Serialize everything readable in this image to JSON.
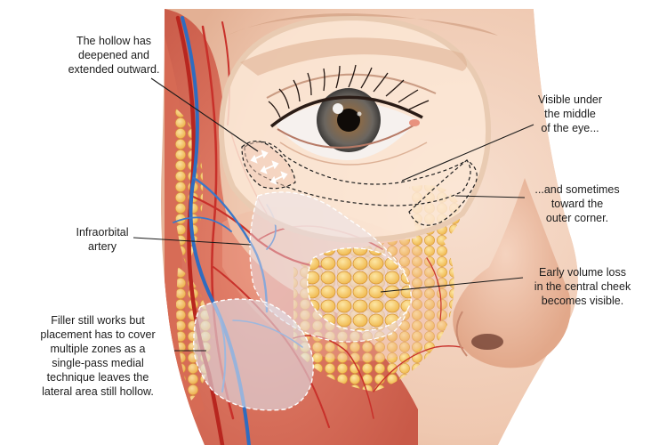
{
  "diagram": {
    "callouts": {
      "hollow": "The hollow has\ndeepened and\nextended outward.",
      "middle": "Visible under\nthe middle\nof the eye...",
      "outer": "...and sometimes\ntoward the\nouter corner.",
      "artery": "Infraorbital\nartery",
      "cheek": "Early volume loss\nin the central cheek\nbecomes visible.",
      "filler": "Filler still works but\nplacement has to cover\nmultiple zones as a\nsingle-pass medial\ntechnique leaves the\nlateral area still hollow."
    }
  },
  "colors": {
    "skin": "#f2d2bd",
    "fat": "#f3c15f",
    "artery": "#c8302a",
    "vein": "#3a78c8",
    "iris": "#6a5a48",
    "outline": "#222222"
  }
}
